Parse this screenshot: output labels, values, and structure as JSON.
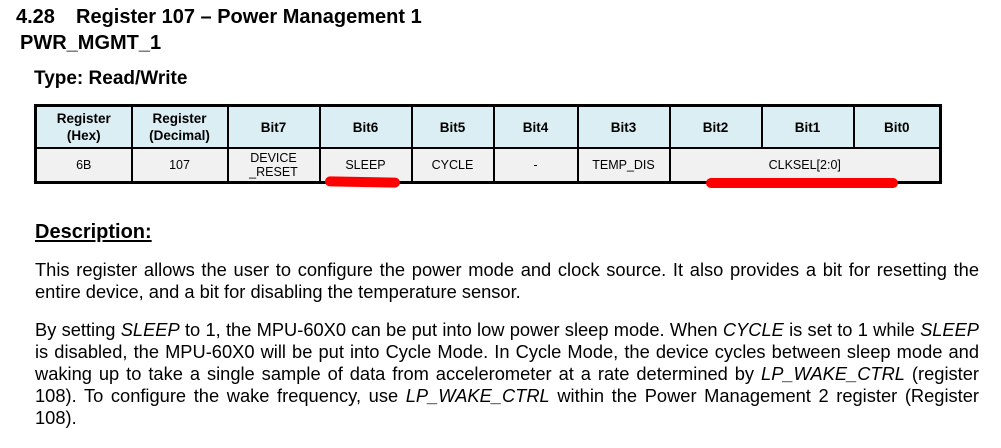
{
  "section": {
    "number": "4.28",
    "title": "Register 107 – Power Management 1",
    "register_name": "PWR_MGMT_1",
    "type_label": "Type: Read/Write"
  },
  "table": {
    "headers": [
      "Register\n(Hex)",
      "Register\n(Decimal)",
      "Bit7",
      "Bit6",
      "Bit5",
      "Bit4",
      "Bit3",
      "Bit2",
      "Bit1",
      "Bit0"
    ],
    "header_lines": {
      "hex": [
        "Register",
        "(Hex)"
      ],
      "dec": [
        "Register",
        "(Decimal)"
      ]
    },
    "row": {
      "hex": "6B",
      "decimal": "107",
      "bit7": [
        "DEVICE",
        "_RESET"
      ],
      "bit6": "SLEEP",
      "bit5": "CYCLE",
      "bit4": "-",
      "bit3": "TEMP_DIS",
      "bit2_0": "CLKSEL[2:0]"
    },
    "colors": {
      "header_bg": "#dbeef4",
      "cell_bg": "#f1f1f1",
      "annotation": "#ff0000"
    }
  },
  "description": {
    "title": "Description:",
    "paragraph1": "This register allows the user to configure the power mode and clock source. It also provides a bit for resetting the entire device, and a bit for disabling the temperature sensor.",
    "paragraph2": {
      "s1": "By setting ",
      "i1": "SLEEP",
      "s2": " to 1, the MPU-60X0 can be put into low power sleep mode. When ",
      "i2": "CYCLE",
      "s3": " is set to 1 while ",
      "i3": "SLEEP",
      "s4": " is disabled, the MPU-60X0 will be put into Cycle Mode. In Cycle Mode, the device cycles between sleep mode and waking up to take a single sample of data from accelerometer at a rate determined by ",
      "i4": "LP_WAKE_CTRL",
      "s5": " (register 108). To configure the wake frequency, use ",
      "i5": "LP_WAKE_CTRL",
      "s6": " within the Power Management 2 register (Register 108)."
    }
  }
}
